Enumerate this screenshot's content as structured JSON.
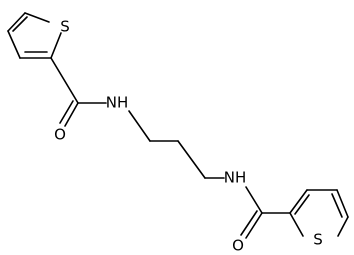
{
  "molecule": {
    "atoms": {
      "s_left": "S",
      "o_left": "O",
      "nh_left": "NH",
      "nh_right": "NH",
      "o_right": "O",
      "s_right": "S"
    }
  }
}
